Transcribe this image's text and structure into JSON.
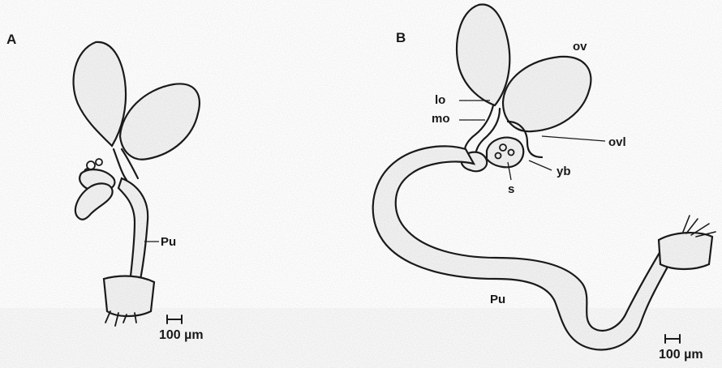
{
  "figure": {
    "panels": [
      {
        "letter": "A",
        "labels": {
          "pu": "Pu"
        },
        "scale_bar": "100 µm"
      },
      {
        "letter": "B",
        "labels": {
          "ov": "ov",
          "lo": "lo",
          "mo": "mo",
          "ovl": "ovl",
          "yb": "yb",
          "s": "s",
          "pu": "Pu"
        },
        "scale_bar": "100 µm"
      }
    ]
  },
  "colors": {
    "ink": "#1b1b1b",
    "paper": "#ffffff"
  }
}
